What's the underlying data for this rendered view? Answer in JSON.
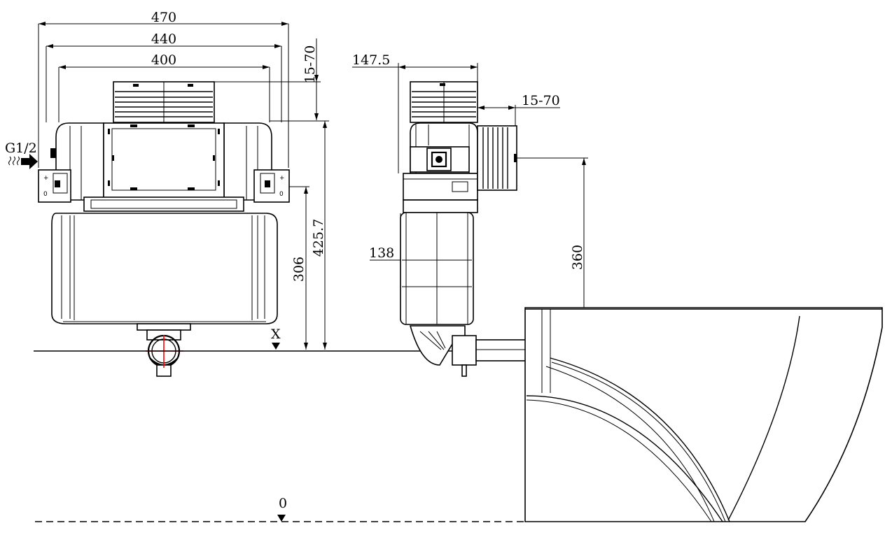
{
  "dimensions": {
    "width_470": "470",
    "width_440": "440",
    "width_400": "400",
    "height_15_70_left": "15-70",
    "height_425_7": "425.7",
    "height_306": "306",
    "depth_147_5": "147.5",
    "offset_15_70_right": "15-70",
    "depth_138": "138",
    "height_360": "360"
  },
  "labels": {
    "water_inlet": "G1/2",
    "level_x": "X",
    "level_zero": "0"
  },
  "colors": {
    "line": "#000000",
    "drain_center": "#ff0000",
    "background": "#ffffff"
  }
}
